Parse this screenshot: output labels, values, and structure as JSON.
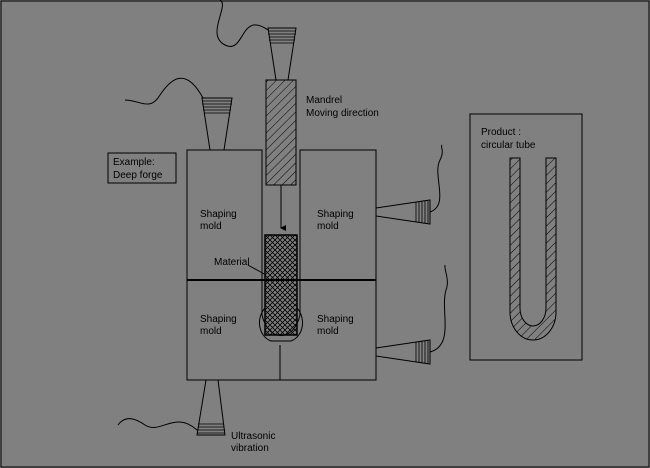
{
  "labels": {
    "example_line1": "Example:",
    "example_line2": "Deep forge",
    "mandrel_line1": "Mandrel",
    "mandrel_line2": "Moving direction",
    "shaping_mold_tl_1": "Shaping",
    "shaping_mold_tl_2": "mold",
    "shaping_mold_tr_1": "Shaping",
    "shaping_mold_tr_2": "mold",
    "shaping_mold_bl_1": "Shaping",
    "shaping_mold_bl_2": "mold",
    "shaping_mold_br_1": "Shaping",
    "shaping_mold_br_2": "mold",
    "material": "Material",
    "product_line1": "Product :",
    "product_line2": "circular tube",
    "ultrasonic_line1": "Ultrasonic",
    "ultrasonic_line2": "vibration"
  },
  "colors": {
    "background": "#808080",
    "stroke": "#000000"
  },
  "icons": [
    "ultrasonic-transducer-icon",
    "hatch-pattern",
    "crosshatch-pattern"
  ]
}
